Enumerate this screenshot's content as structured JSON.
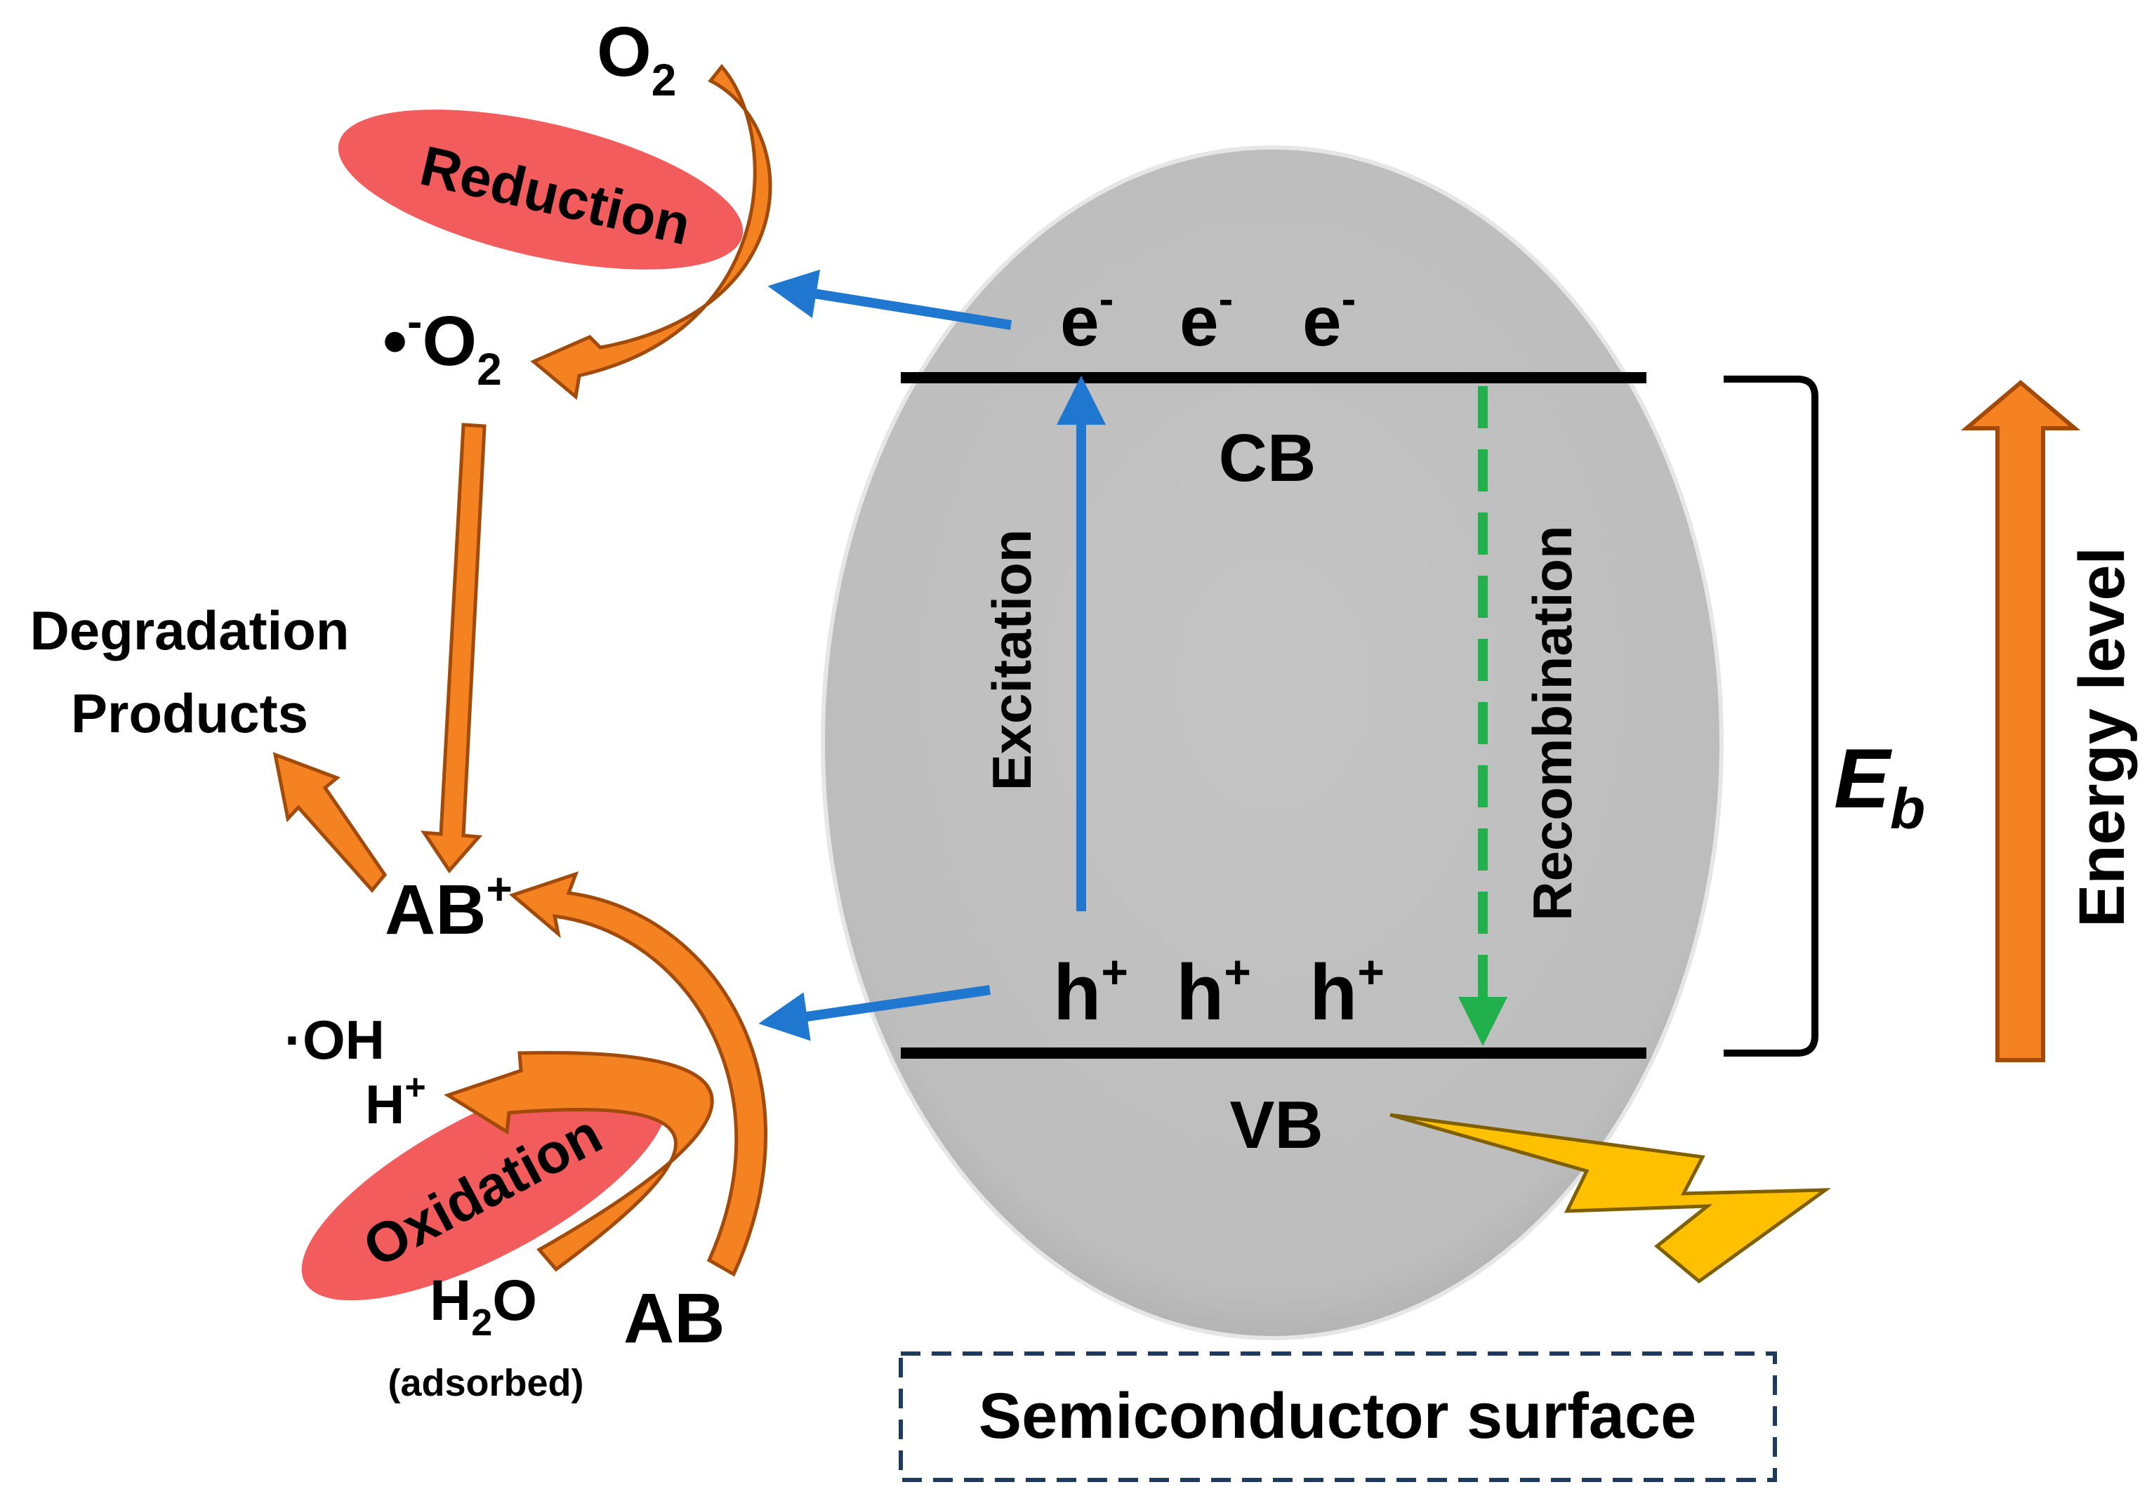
{
  "labels": {
    "o2": "O",
    "o2_sub": "2",
    "superoxide_prefix": "•",
    "superoxide_sup": "-",
    "superoxide_o": "O",
    "superoxide_sub": "2",
    "reduction": "Reduction",
    "oxidation": "Oxidation",
    "degradation_line1": "Degradation",
    "degradation_line2": "Products",
    "ab_plus": "AB",
    "ab_plus_sup": "+",
    "oh_radical": "·OH",
    "h_plus_left": "H",
    "h_plus_left_sup": "+",
    "water_h": "H",
    "water_sub": "2",
    "water_o": "O",
    "adsorbed": "(adsorbed)",
    "ab": "AB",
    "electron": "e",
    "electron_sup": "-",
    "hole": "h",
    "hole_sup": "+",
    "cb": "CB",
    "vb": "VB",
    "excitation": "Excitation",
    "recombination": "Recombination",
    "eb": "E",
    "eb_sub": "b",
    "energy_level": "Energy level",
    "semiconductor_surface": "Semiconductor surface"
  },
  "colors": {
    "orange_arrow": "#F58220",
    "orange_dark": "#C65A11",
    "blue_arrow": "#1F77D0",
    "green_dashed": "#22B04C",
    "red_ellipse": "#F25C5C",
    "semiconductor_gray": "#BFBFBF",
    "lightning": "#FFC000",
    "dashed_box": "#1F3A5F"
  }
}
